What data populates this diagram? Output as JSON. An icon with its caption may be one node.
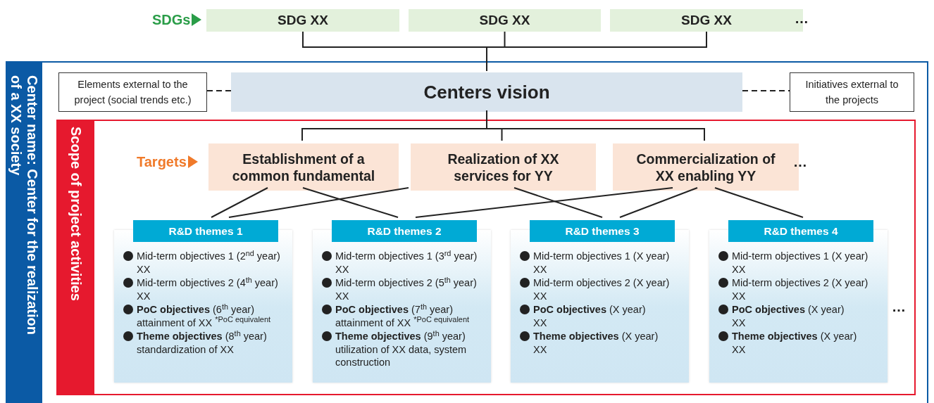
{
  "diagram": {
    "nodes": [
      {
        "text": [
          "Center name: Center for the realization of a XX society"
        ]
      },
      {
        "text": [
          "SDG XX"
        ]
      },
      {
        "text": [
          "SDG XX"
        ]
      },
      {
        "text": [
          "SDG XX"
        ]
      },
      {
        "text": [
          "Elements external to the project (social trends etc.)"
        ],
        "in": 0
      },
      {
        "text": [
          "Centers vision"
        ],
        "in": 0
      },
      {
        "text": [
          "Initiatives external to the projects"
        ],
        "in": 0
      },
      {
        "text": [
          "Scope of project activities"
        ],
        "in": 0
      },
      {
        "text": [
          "Establishment of a common fundamental"
        ],
        "in": 7
      },
      {
        "text": [
          "Realization of XX services for YY"
        ],
        "in": 7
      },
      {
        "text": [
          "Commercialization of XX enabling YY"
        ],
        "in": 7
      },
      {
        "text": [
          "R&D themes 1",
          "Mid-term objectives 1 (2$^{nd}$ year)",
          "XX",
          "Mid-term objectives 2 (4$^{th}$ year)",
          "XX",
          "**PoC objectives** (6$^{th}$ year)",
          "attainment of XX $^{*PoC equivalent}$",
          "**Theme objectives** (8$^{th}$ year)",
          "standardization of XX"
        ],
        "in": 7
      },
      {
        "text": [
          "R&D themes 2",
          "Mid-term objectives 1 (3$^{rd}$ year)",
          "XX",
          "Mid-term objectives 2 (5$^{th}$ year)",
          "XX",
          "**PoC objectives** (7$^{th}$ year)",
          "attainment of XX $^{*PoC equivalent}$",
          "**Theme objectives** (9$^{th}$ year)",
          "utilization of XX data, system construction"
        ],
        "in": 7
      },
      {
        "text": [
          "R&D themes 3",
          "Mid-term objectives 1 (X year)",
          "XX",
          "Mid-term objectives 2 (X year)",
          "XX",
          "**PoC objectives** (X year)",
          "XX",
          "**Theme objectives** (X year)",
          "XX"
        ],
        "in": 7
      },
      {
        "text": [
          "R&D themes 4",
          "Mid-term objectives 1 (X year)",
          "XX",
          "Mid-term objectives 2 (X year)",
          "XX",
          "**PoC objectives** (X year)",
          "XX",
          "**Theme objectives** (X year)",
          "XX"
        ],
        "in": 7
      }
    ],
    "edges": [
      {
        "from": 1,
        "to": 5,
        "arrow": "none"
      },
      {
        "from": 2,
        "to": 5,
        "arrow": "none"
      },
      {
        "from": 3,
        "to": 5,
        "arrow": "none"
      },
      {
        "from": 4,
        "to": 5,
        "arrow": "none",
        "style": "dashed"
      },
      {
        "from": 5,
        "to": 6,
        "arrow": "none",
        "style": "dashed"
      },
      {
        "from": 5,
        "to": 8,
        "arrow": "none"
      },
      {
        "from": 5,
        "to": 9,
        "arrow": "none"
      },
      {
        "from": 5,
        "to": 10,
        "arrow": "none"
      },
      {
        "from": 8,
        "to": 11,
        "arrow": "none"
      },
      {
        "from": 8,
        "to": 12,
        "arrow": "none"
      },
      {
        "from": 9,
        "to": 11,
        "arrow": "none"
      },
      {
        "from": 9,
        "to": 13,
        "arrow": "none"
      },
      {
        "from": 10,
        "to": 12,
        "arrow": "none"
      },
      {
        "from": 10,
        "to": 13,
        "arrow": "none"
      },
      {
        "from": 10,
        "to": 14,
        "arrow": "none"
      }
    ],
    "labels": [
      "SDGs",
      "…",
      "Targets",
      "…",
      "…"
    ]
  }
}
